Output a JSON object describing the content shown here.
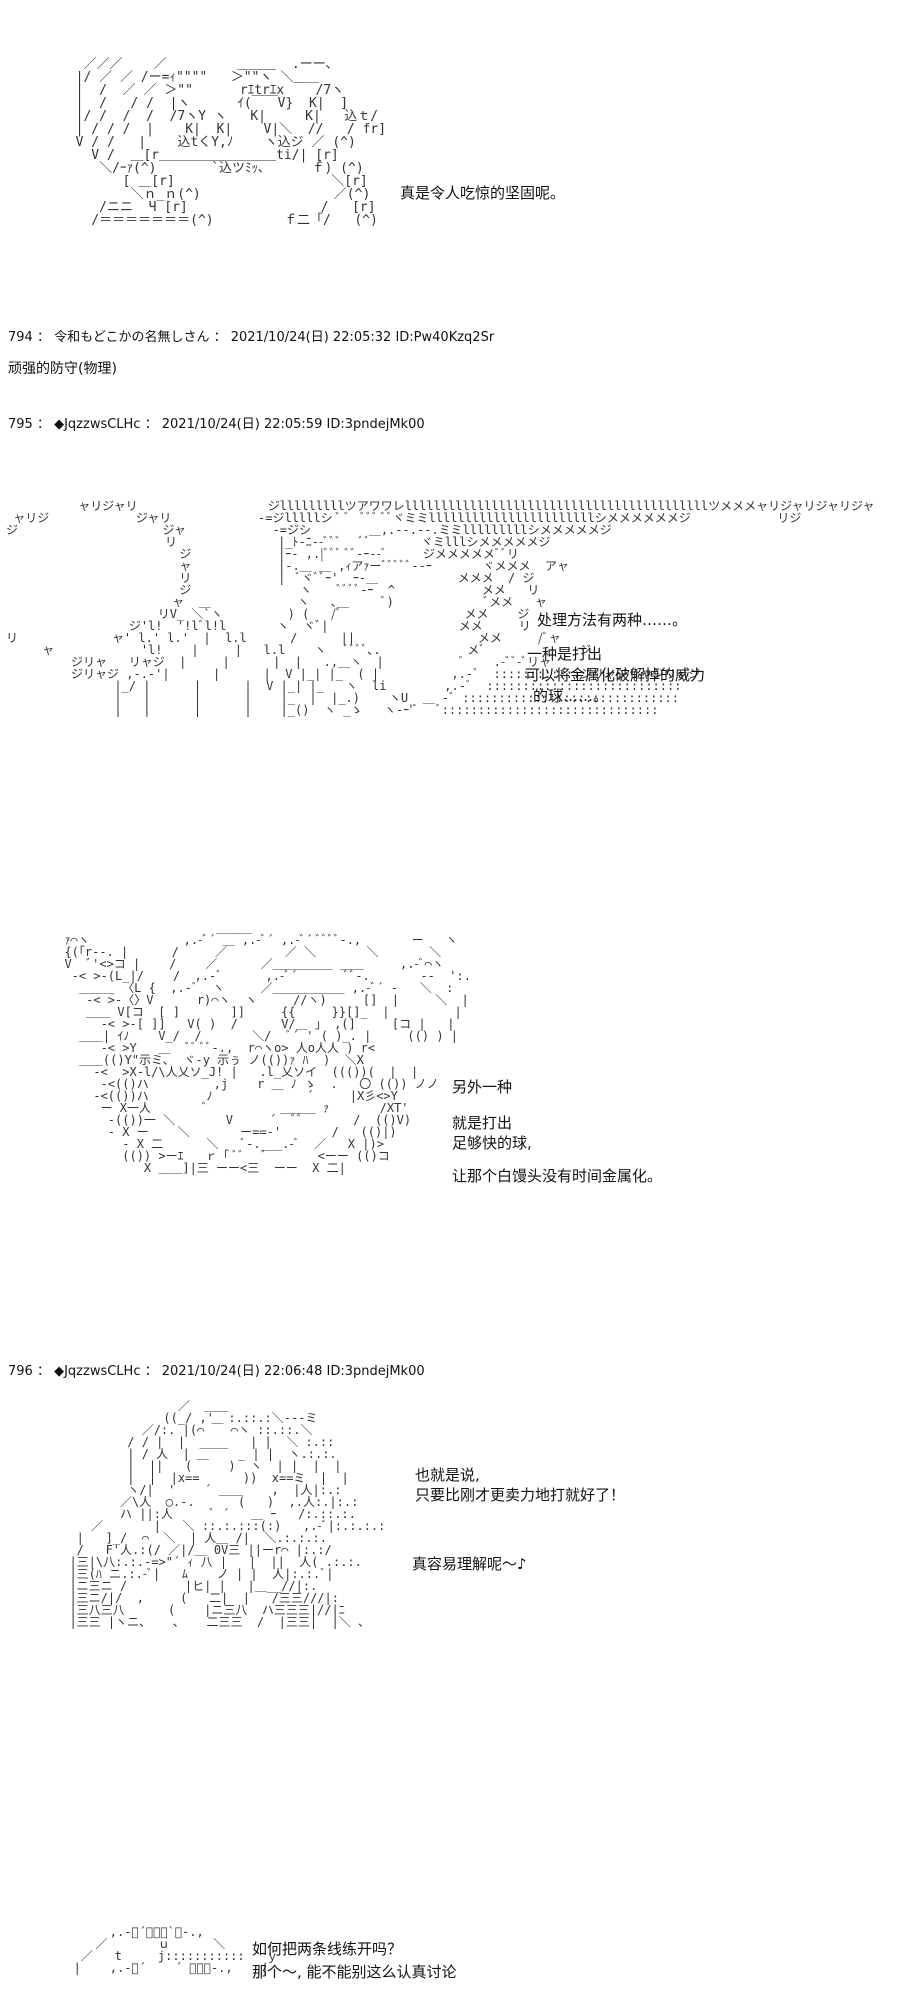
{
  "art": [
    {
      "lines": [
        "   ／／／    ／         ＿＿＿  .ーー､",
        "  |/ ／ ／ /ー=ｨ\"\"\"\"   ＞\"\"ヽ ＼＿＿",
        "  |  /  ／ ／ ＞\"\"      rｴtrｴx    /7ヽ",
        "  |  /   / /  |ヽ      ｲ(￣￣V}  K|  ]",
        "  |/ /  /  /  /7ヽY ヽ   K|     K|   込ｔ/",
        "  | / / /  |    K|  K|    V|＼  //   / fr]",
        "  V / /   |    込tくY,ﾉ    ヽ込ジ ／ (^)",
        "    V /  ＿[r＿＿＿＿＿＿＿＿＿ti/| [r]",
        "     ＼/ｰｧ(^)       `込ツﾐｯ､      ｆ) (^)",
        "        [ ＿[r]                    ＼[r]",
        "         ＼ｎ_ｎ(^)                 ／(^)",
        "     /ニニ  Ч [r]                 /   [r]",
        "    /＝＝＝＝＝＝＝(^)         ｆ二「/   (^)"
      ],
      "fontSize": 13
    },
    {
      "lines": [
        "          ャリジャリ                  ジlllllllllツアワワレllllllllllllllllllllllllllllllllllllllllllツメメメャリジャリジャリジャ",
        " ャリジ            ジャリ            -=ジlllllシ ﾞ ﾞ  ﾞﾞﾞ ﾞﾞヾミミlllllllllllllllllllllllシメメメメメメジ            リジ",
        "ジ                    ジャ            -=ジシ        ＿,.--.--.ミミlllllllllシメメメメメジ",
        "                      リ              |_ﾄ-ﾆ--ﾞﾞﾞ   ﾞﾞ       ヾミlllシメメメメメジ",
        "                        ジ            |ｰ- ,.|ﾞﾞﾞ ﾞﾞ-ｰ--ﾞ     ジメメメメメﾞﾞリ",
        "                        ャ            |-.＿ ＿ ,ｨアｧーﾞﾞﾞﾞﾞ--ｰ       ヾメメメ  アャ",
        "                        リ            |  ﾞヾﾞﾞｰ'  ｰ-＿           メメメ  / ジ",
        "                        ジ               ヽ    ﾞﾞﾞﾞ-ｰ  ^            メメ   リ",
        "                       ャ  ＿            ヽ   ､＿     ﾞ)             ﾞメメ   ャ",
        "                     リV_ ＼`ヽ         ) (   /ﾞ                 メメ    ジ",
        "                 ジ'l!  '!lﾞl!l       ヽ  ヾﾞ|                  メメ     リ",
        "リ             ャ' l.' l.'  |  l.l      /      ||                 メメ     /ﾞャ",
        "     ャ            'l!    |     |   l.l    ヽ   ﾞﾞﾞﾞ､.            メﾞ             ジ",
        "         ジリャ   リャジ  |     |      |  |   .,＿ヽ  |           ﾞ    .-ﾞﾞ-ﾞリャ",
        "         ジリャジ ,-.-'|      |      |  V |_| |_  ( |          ,.-ﾞ  ::::::::::::ジリャジリャジリャジ",
        "               |_/ |      |      |  V |_| |_   ヽ  li        ,.-ﾞ  :::::::::::::::::::::::::::",
        "               |   |      |      |    |_  |  |_.)    ヽU  ＿ -ﾞ ::::::::::::::::::::::::::::::",
        "               |   |      |      |    |_()  ヽ _ゝ   ヽ-ｰ'ﾞ   ﾞ::::::::::::::::::::::::::::::"
      ],
      "fontSize": 12
    },
    {
      "lines": [
        "                       ＿＿＿",
        "  ｧ⌒ヽ             ,.-ﾞ´ ＿ ,.-ﾞ´ ,.-ﾞ´ ﾞﾞﾞﾞ-.,       ー   ヽ",
        "  {(｢r--. |      /     ／        ／ ＼       ＼       ＼",
        "  V  ﾞ'<>コ |    /    ／      ／＿＿＿＿＿ ＿＿     ,.-ﾞ⌒ヽ",
        "   -< >-(L_|/    /  ,.-ﾞ      ,.-ﾞ´       ﾞﾞ-.       --  ':.",
        "    ＿＿＿ 〈L {  ,.-ﾞ  ヽ     ／＿＿＿＿＿＿ ,.-ﾞ´ -   ＼  :",
        "     -< >-〈〉V      r)⌒ヽ  ヽ     //ヽ)     []  |     ＼  |",
        "     ＿＿ V[コ  [ ]       ]]     {{     }}[]_  |         |",
        "       -< >-[ ]]   V( )  /      V/＿ 」 ,(]     [コ |   |",
        "    ＿＿| ｲﾉ    V_/  /       ＼/  ﾞ´ ' ( )_. |     (() ) |",
        "       -< >Y   ＿  ﾞﾞ ﾞﾞ-.,  r⌒ヽo> 人o人人 ) r<",
        "    ＿＿(()Y\"示ミ､  ヾ-y 示ぅ ノ(())ｧ ﾊ  )  ＼X",
        "      -<  >X-l/\\人乂ソ_J! |   .l_乂ソイ  ((())(  |  |",
        "       -<(()ハ         ,j    r ＿ ﾉ ゝ  .   〇 (()) ノノ",
        "      -<(())ハ        ﾉ             ´     |X彡<>Y",
        "       ー X一人       ﾞ          ＿＿＿ ｧ       /XT'",
        "        -(())一 ＼       V     ´  ﾞﾞ       /  (()V)",
        "        - X ー    ＼       ー==-'       /   (()|)",
        "          - X 二      ＼   ﾞ-.___.-ﾞ  ／   X |)>",
        "          (()) >ーｴ   ｒ「 ﾞﾞ   ﾞ       <ーー (()コ",
        "             X ＿＿]|三 ーー<三  ーー  X 二|"
      ],
      "fontSize": 12
    },
    {
      "lines": [
        "                 ／  ＿＿",
        "               ((_/ ,'  :.::.:＼---ミ",
        "            ／/:. |(⌒ ￣ ⌒ヽ ::.::.＼",
        "          / / |  |  ____   | |  ＼ :.::",
        "          | / 人  | ＿    _ | |  ヽ.:.:.",
        "          |  ||   (     )  ヽ  | |  |  |",
        "          |  |  |x==      ))  x==ミ  |  |",
        "          ヽ/|  '    ´ ＿＿    ,  |人|:.:",
        "         ／\\人  ◯.-.      (   )  ,.人:.|:.:",
        "         ハ ||:人     ﾞ ´   ＿ ｰ   /:.::.:.",
        "     ／       |   ＼ ::.:.:::(:)   ,.-ﾞ|:.:.:.:",
        "   |   ]_/  ⌒  ＼  | 人＿ /|  ＼.:.:.:.",
        "   /   F'人.:(/ ／|/＿ 0V三 ||ーr⌒ |:.:/",
        "  |三|\\八:.:.-=>\"´ ｨ 八 |   |  ||  人( .:.:.",
        "  |三(ﾊ ニ.:.-ﾞ|   ﾑ    ノ | |  人|:.:.ﾞ|",
        "  |ニ三ニ /        |ヒ| |   |＿__//|:.",
        "  |三ニ/|/  ,     (   二|  |   /三三///|:",
        "  |三八三八      (    |ニ三八  ハ三三三|//|ﾆ",
        "  |三三 |ヽニ、   、   二三三  /  |三三|  |＼ 、"
      ],
      "fontSize": 12
    },
    {
      "lines": [
        "        ,.-ﾞ´￣￣￣`ﾞ-.,",
        "      ／       ｕ      ＼",
        "    ／   t     j:::::::::::   ｙ",
        "   |    ,.-ﾞ´    ´ ﾞﾞﾞ-.,    |"
      ],
      "fontSize": 12
    }
  ],
  "dialogue": [
    [
      "真是令人吃惊的坚固呢。"
    ],
    [
      "处理方法有两种……。"
    ],
    [
      "一种是打出",
      "可以将金属化破解掉的威力",
      "的球……。"
    ],
    [
      "另外一种"
    ],
    [
      "就是打出",
      "足够快的球,"
    ],
    [
      "让那个白馒头没有时间金属化。"
    ],
    [
      "也就是说,",
      "只要比刚才更卖力地打就好了！"
    ],
    [
      "真容易理解呢～♪"
    ],
    [
      "那个～, 能不能别这么认真讨论",
      "如何把两条线练开吗？"
    ]
  ],
  "posts": [
    {
      "number": "794",
      "name": "令和もどこかの名無しさん",
      "date": "2021/10/24(日) 22:05:32",
      "id": "ID:Pw40Kzq2Sr",
      "body": "顽强的防守(物理)"
    },
    {
      "number": "795",
      "name": "◆JqzzwsCLHc",
      "date": "2021/10/24(日) 22:05:59",
      "id": "ID:3pndejMk00",
      "body": ""
    },
    {
      "number": "796",
      "name": "◆JqzzwsCLHc",
      "date": "2021/10/24(日) 22:06:48",
      "id": "ID:3pndejMk00",
      "body": ""
    }
  ],
  "sep": " ： "
}
